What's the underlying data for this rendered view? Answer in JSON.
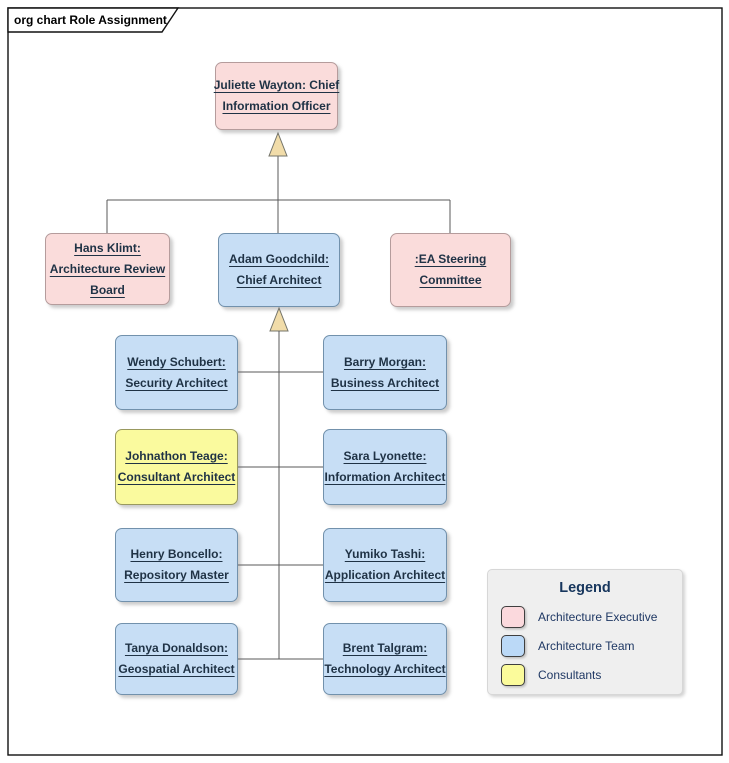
{
  "diagram": {
    "title": "org chart Role Assignment"
  },
  "nodes": {
    "juliette": {
      "lines": [
        "Juliette Wayton: Chief",
        "Information Officer"
      ],
      "group": "Architecture Executive"
    },
    "hans": {
      "lines": [
        "Hans Klimt:",
        "Architecture Review",
        "Board"
      ],
      "group": "Architecture Executive"
    },
    "adam": {
      "lines": [
        "Adam Goodchild:",
        "Chief Architect"
      ],
      "group": "Architecture Team"
    },
    "ea": {
      "lines": [
        ":EA Steering",
        "Committee"
      ],
      "group": "Architecture Executive"
    },
    "wendy": {
      "lines": [
        "Wendy Schubert:",
        "Security Architect"
      ],
      "group": "Architecture Team"
    },
    "barry": {
      "lines": [
        "Barry Morgan:",
        "Business Architect"
      ],
      "group": "Architecture Team"
    },
    "johnathon": {
      "lines": [
        "Johnathon Teage:",
        "Consultant Architect"
      ],
      "group": "Consultants"
    },
    "sara": {
      "lines": [
        "Sara Lyonette:",
        "Information Architect"
      ],
      "group": "Architecture Team"
    },
    "henry": {
      "lines": [
        "Henry Boncello:",
        "Repository Master"
      ],
      "group": "Architecture Team"
    },
    "yumiko": {
      "lines": [
        "Yumiko Tashi:",
        "Application Architect"
      ],
      "group": "Architecture Team"
    },
    "tanya": {
      "lines": [
        "Tanya Donaldson:",
        "Geospatial Architect"
      ],
      "group": "Architecture Team"
    },
    "brent": {
      "lines": [
        "Brent Talgram:",
        "Technology Architect"
      ],
      "group": "Architecture Team"
    }
  },
  "legend": {
    "title": "Legend",
    "items": [
      {
        "label": "Architecture Executive",
        "color": "#FBD9DD"
      },
      {
        "label": "Architecture Team",
        "color": "#BBD9F7"
      },
      {
        "label": "Consultants",
        "color": "#FBFB9B"
      }
    ]
  },
  "colors": {
    "architecture_executive_fill": "#FADCDB",
    "architecture_team_fill": "#C7DEF5",
    "consultants_fill": "#FAFA9E",
    "connector_line": "#58585A",
    "generalization_arrow_fill": "#F1DCA9",
    "legend_background": "#EFEFEF",
    "text_navy": "#1F3864"
  }
}
